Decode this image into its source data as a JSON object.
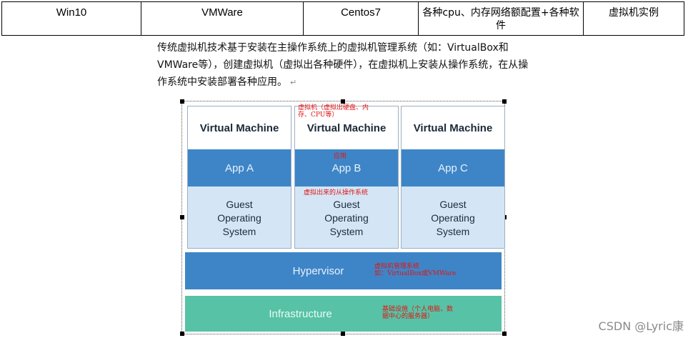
{
  "table": {
    "cells": [
      "Win10",
      "VMWare",
      "Centos7",
      "各种cpu、内存网络额配置+各种软件",
      "虚拟机实例"
    ]
  },
  "paragraph": {
    "text": "传统虚拟机技术基于安装在主操作系统上的虚拟机管理系统（如：VirtualBox和VMWare等），创建虚拟机（虚拟出各种硬件），在虚拟机上安装从操作系统，在从操作系统中安装部署各种应用。",
    "return_mark": "↵"
  },
  "diagram": {
    "vms": [
      {
        "title": "Virtual Machine",
        "app": "App A",
        "guest": "Guest Operating System"
      },
      {
        "title": "Virtual Machine",
        "app": "App B",
        "guest": "Guest Operating System"
      },
      {
        "title": "Virtual Machine",
        "app": "App C",
        "guest": "Guest Operating System"
      }
    ],
    "hypervisor": "Hypervisor",
    "infrastructure": "Infrastructure",
    "annotations": {
      "vm_line1": "虚拟机（虚拟出硬盘、内",
      "vm_line2": "存、CPU等）",
      "app": "应用",
      "guest": "虚拟出来的从操作系统",
      "hyper_line1": "虚拟机管理系统",
      "hyper_line2": "如：VirtualBox或VMWare",
      "infra_line1": "基础设施（个人电脑，数",
      "infra_line2": "据中心的服务器）"
    }
  },
  "watermark": "CSDN @Lyric康",
  "colors": {
    "app_blue": "#3e85c7",
    "guest_lightblue": "#d4e6f6",
    "infra_green": "#57c2a6",
    "annotation_red": "#e01515"
  }
}
